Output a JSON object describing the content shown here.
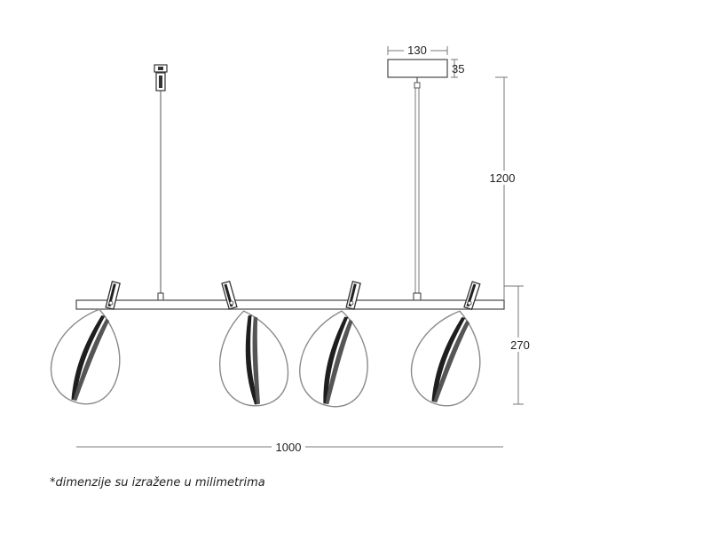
{
  "dimensions": {
    "canopy_width": "130",
    "canopy_height": "35",
    "suspension_length": "1200",
    "lamp_height": "270",
    "total_width": "1000"
  },
  "note": "*dimenzije su izražene u milimetrima",
  "colors": {
    "line": "#555555",
    "dim_line": "#777777",
    "glass": "#8a8a8a",
    "dark": "#222222"
  }
}
